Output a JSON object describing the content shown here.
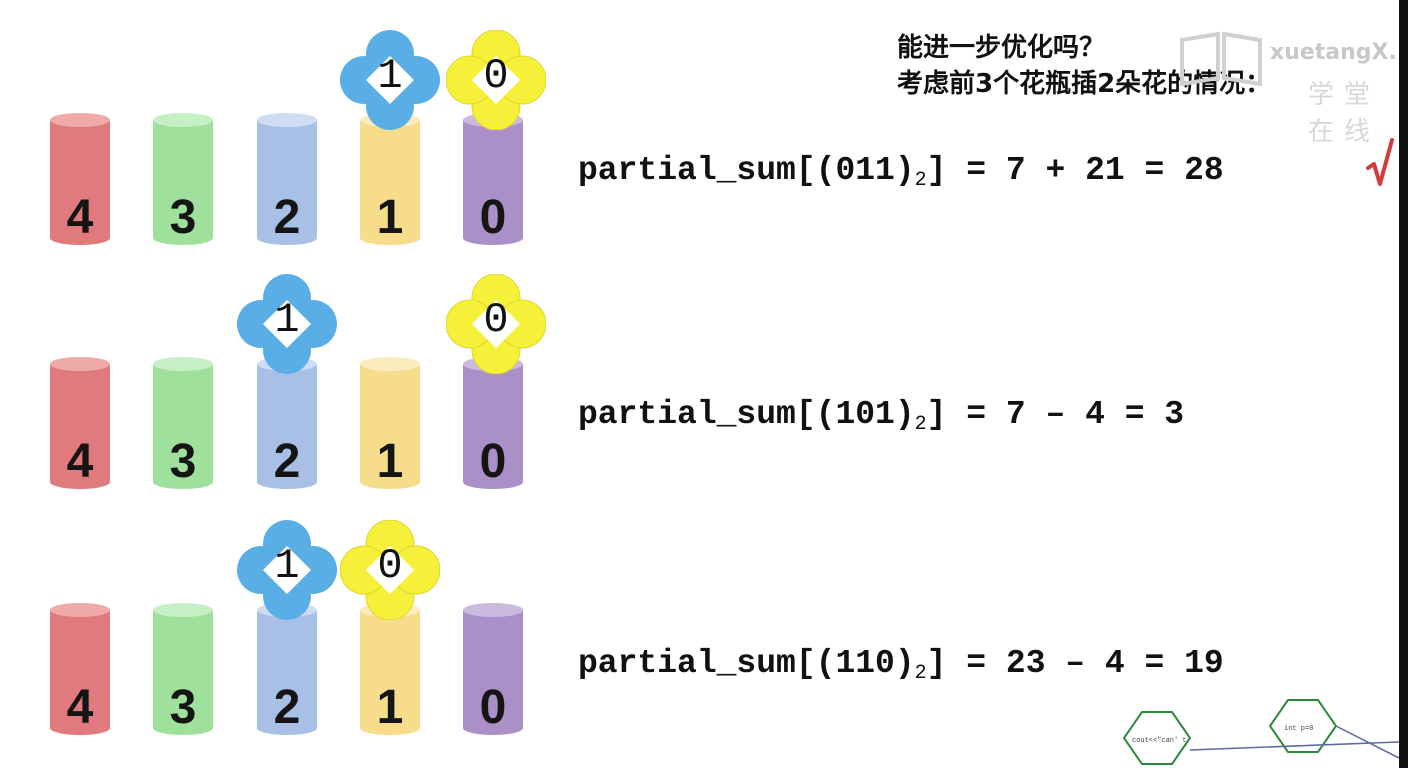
{
  "title": {
    "line1": "能进一步优化吗？",
    "line2": "考虑前3个花瓶插2朵花的情况："
  },
  "watermark": {
    "brand": "xuetangX.",
    "sub": "学堂 在线"
  },
  "vase_colors": {
    "4": "#e07a7c",
    "3": "#9fe09c",
    "2": "#a8c0e6",
    "1": "#f7dc8c",
    "0": "#ab8fc8"
  },
  "flower_colors": {
    "blue": "#5aaee6",
    "yellow": "#f7f03a"
  },
  "rows": [
    {
      "vases": [
        "4",
        "3",
        "2",
        "1",
        "0"
      ],
      "flowers": [
        {
          "label": "1",
          "color": "blue",
          "on_vase": "1"
        },
        {
          "label": "0",
          "color": "yellow",
          "on_vase": "0"
        }
      ],
      "formula": {
        "prefix": "partial_sum[(011)",
        "sub": "2",
        "suffix": "] = 7 + 21 = 28"
      },
      "checkmark": "√"
    },
    {
      "vases": [
        "4",
        "3",
        "2",
        "1",
        "0"
      ],
      "flowers": [
        {
          "label": "1",
          "color": "blue",
          "on_vase": "2"
        },
        {
          "label": "0",
          "color": "yellow",
          "on_vase": "0"
        }
      ],
      "formula": {
        "prefix": "partial_sum[(101)",
        "sub": "2",
        "suffix": "] = 7 – 4 = 3"
      }
    },
    {
      "vases": [
        "4",
        "3",
        "2",
        "1",
        "0"
      ],
      "flowers": [
        {
          "label": "1",
          "color": "blue",
          "on_vase": "2"
        },
        {
          "label": "0",
          "color": "yellow",
          "on_vase": "1"
        }
      ],
      "formula": {
        "prefix": "partial_sum[(110)",
        "sub": "2",
        "suffix": "] = 23 – 4 = 19"
      }
    }
  ],
  "decor": {
    "hex1": "cout<<\"can' t",
    "hex2": "int p=0"
  }
}
